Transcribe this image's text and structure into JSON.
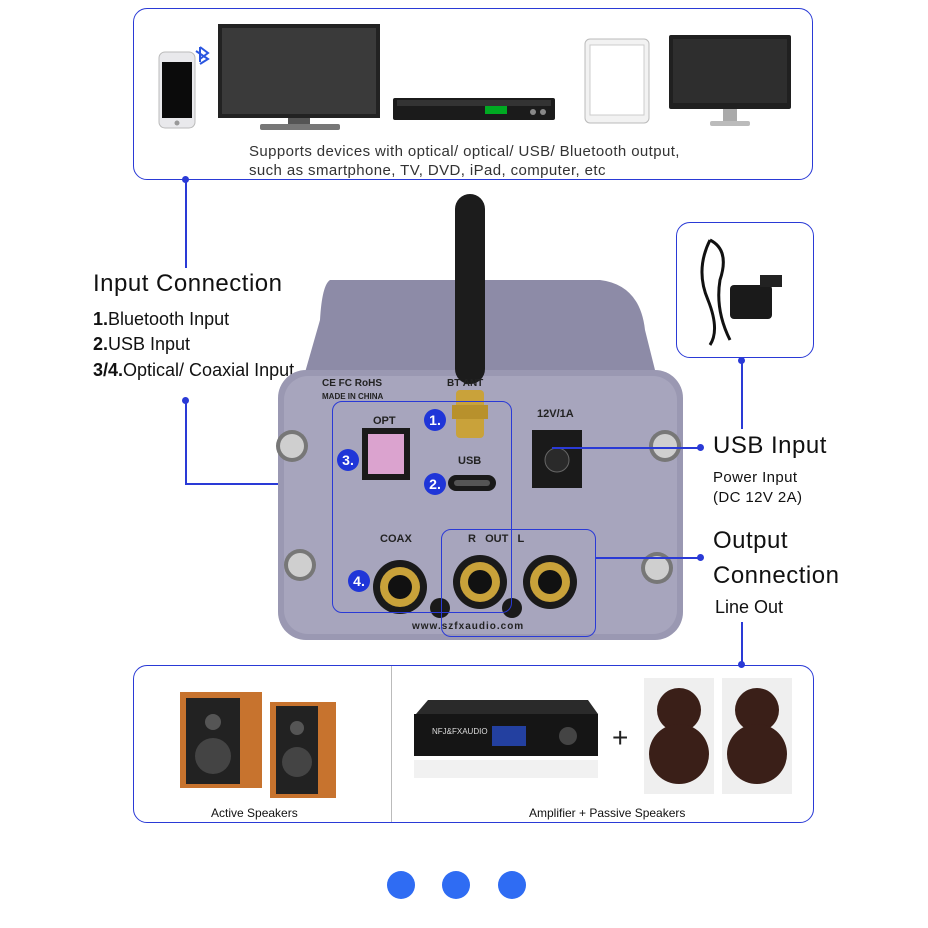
{
  "top_panel": {
    "description_line1": "Supports devices with optical/ optical/ USB/ Bluetooth output,",
    "description_line2": "such as smartphone, TV, DVD, iPad, computer, etc",
    "devices": [
      "smartphone",
      "tv",
      "dvd-player",
      "ipad",
      "computer-monitor"
    ]
  },
  "input_connection": {
    "title": "Input Connection",
    "items": [
      {
        "num": "1.",
        "label": "Bluetooth Input"
      },
      {
        "num": "2.",
        "label": "USB Input"
      },
      {
        "num": "3/4.",
        "label": "Optical/ Coaxial Input"
      }
    ]
  },
  "usb_input": {
    "title": "USB Input",
    "line1": "Power Input",
    "line2": "(DC 12V 2A)"
  },
  "output_connection": {
    "title_line1": "Output",
    "title_line2": "Connection",
    "subtitle": "Line Out"
  },
  "device_panel": {
    "cert": "CE FC RoHS",
    "made_in": "MADE IN CHINA",
    "bt_label": "BT ANT",
    "opt_label": "OPT",
    "usb_label": "USB",
    "power_label": "12V/1A",
    "coax_label": "COAX",
    "out_label": "R   OUT   L",
    "website": "www.szfxaudio.com",
    "badges": [
      "1.",
      "2.",
      "3.",
      "4."
    ]
  },
  "bottom_panel": {
    "left_caption": "Active Speakers",
    "right_caption": "Amplifier + Passive Speakers",
    "plus": "+",
    "amp_brand": "NFJ&FXAUDIO"
  },
  "pager": {
    "count": 3,
    "color": "#2f6cf3"
  }
}
